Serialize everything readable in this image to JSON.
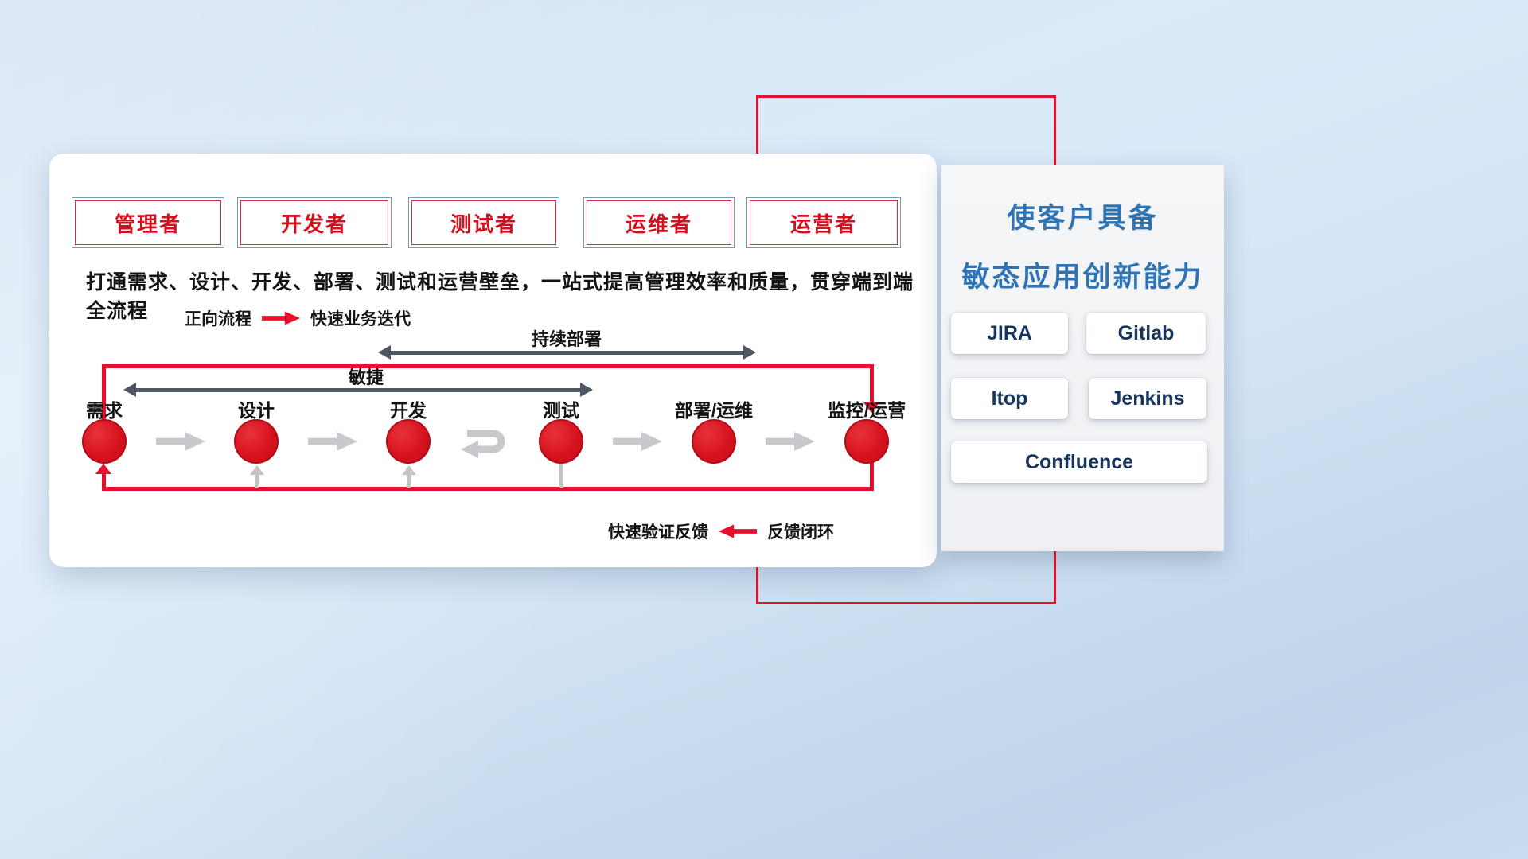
{
  "main_card": {
    "roles": [
      "管理者",
      "开发者",
      "测试者",
      "运维者",
      "运营者"
    ],
    "description": "打通需求、设计、开发、部署、测试和运营壁垒，一站式提高管理效率和质量，贯穿端到端全流程",
    "forward_legend": {
      "label": "正向流程",
      "caption": "快速业务迭代"
    },
    "feedback_legend": {
      "caption": "快速验证反馈",
      "label": "反馈闭环"
    },
    "continuous_deploy_label": "持续部署",
    "agile_label": "敏捷",
    "stages": [
      "需求",
      "设计",
      "开发",
      "测试",
      "部署/运维",
      "监控/运营"
    ]
  },
  "side_panel": {
    "title_line1": "使客户具备",
    "title_line2": "敏态应用创新能力",
    "tools": [
      "JIRA",
      "Gitlab",
      "Itop",
      "Jenkins",
      "Confluence"
    ]
  },
  "colors": {
    "primary_red": "#e8112d",
    "circle_red": "#d6111d",
    "title_blue": "#2e74b5",
    "tool_text_navy": "#17365d",
    "dark_arrow": "#4d5663",
    "gray_arrow": "#c7c9cc"
  }
}
